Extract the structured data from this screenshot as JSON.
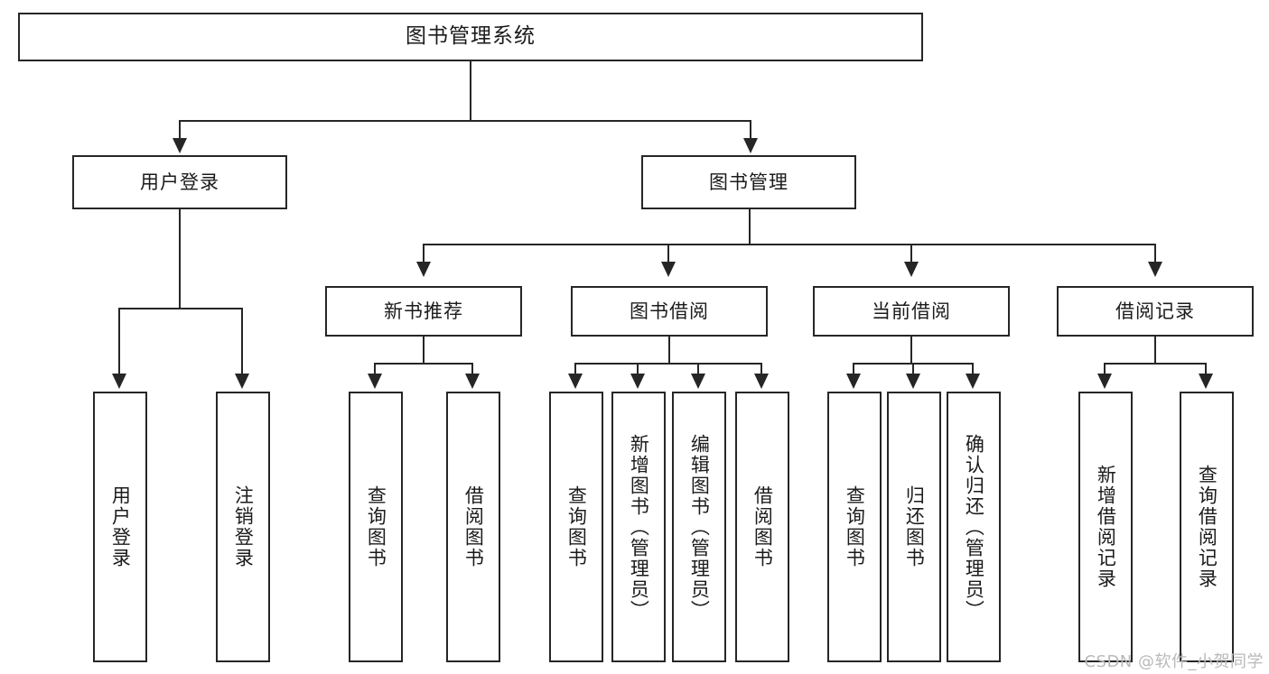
{
  "diagram": {
    "type": "tree",
    "title": "图书管理系统",
    "root": {
      "id": "root",
      "label": "图书管理系统"
    },
    "level2": [
      {
        "id": "user-login",
        "label": "用户登录"
      },
      {
        "id": "book-management",
        "label": "图书管理"
      }
    ],
    "level3": [
      {
        "id": "new-book-recommend",
        "label": "新书推荐",
        "parent": "book-management"
      },
      {
        "id": "book-borrow",
        "label": "图书借阅",
        "parent": "book-management"
      },
      {
        "id": "current-borrow",
        "label": "当前借阅",
        "parent": "book-management"
      },
      {
        "id": "borrow-record",
        "label": "借阅记录",
        "parent": "book-management"
      }
    ],
    "leaves": [
      {
        "id": "leaf-user-login",
        "label": "用户登录",
        "parent": "user-login"
      },
      {
        "id": "leaf-user-logout",
        "label": "注销登录",
        "parent": "user-login"
      },
      {
        "id": "leaf-query-book-1",
        "label": "查询图书",
        "parent": "new-book-recommend"
      },
      {
        "id": "leaf-borrow-book-1",
        "label": "借阅图书",
        "parent": "new-book-recommend"
      },
      {
        "id": "leaf-query-book-2",
        "label": "查询图书",
        "parent": "book-borrow"
      },
      {
        "id": "leaf-add-book",
        "label": "新增图书（管理员）",
        "parent": "book-borrow"
      },
      {
        "id": "leaf-edit-book",
        "label": "编辑图书（管理员）",
        "parent": "book-borrow"
      },
      {
        "id": "leaf-borrow-book-2",
        "label": "借阅图书",
        "parent": "book-borrow"
      },
      {
        "id": "leaf-query-book-3",
        "label": "查询图书",
        "parent": "current-borrow"
      },
      {
        "id": "leaf-return-book",
        "label": "归还图书",
        "parent": "current-borrow"
      },
      {
        "id": "leaf-confirm-return",
        "label": "确认归还（管理员）",
        "parent": "current-borrow"
      },
      {
        "id": "leaf-add-record",
        "label": "新增借阅记录",
        "parent": "borrow-record"
      },
      {
        "id": "leaf-query-record",
        "label": "查询借阅记录",
        "parent": "borrow-record"
      }
    ]
  },
  "watermark": {
    "text": "CSDN @软件_小贺同学"
  },
  "colors": {
    "stroke": "#262626",
    "background": "#ffffff",
    "text": "#1b1b1b",
    "watermark": "#b9b9b9"
  }
}
